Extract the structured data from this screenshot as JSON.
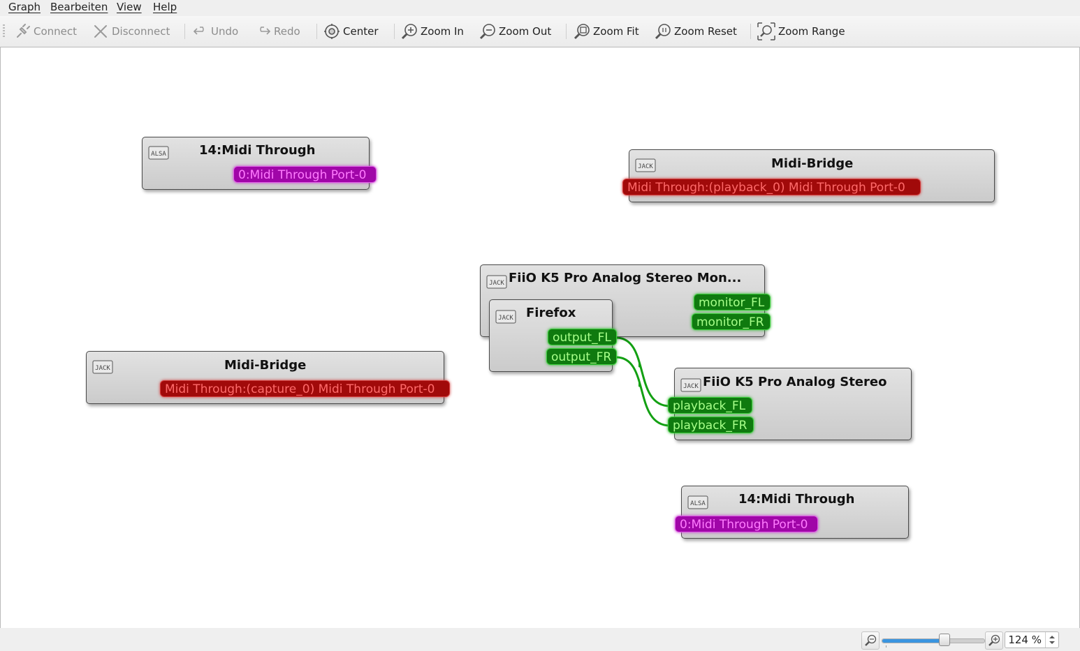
{
  "menubar": {
    "items": [
      "Graph",
      "Bearbeiten",
      "View",
      "Help"
    ]
  },
  "toolbar": {
    "connect": "Connect",
    "disconnect": "Disconnect",
    "undo": "Undo",
    "redo": "Redo",
    "center": "Center",
    "zoom_in": "Zoom In",
    "zoom_out": "Zoom Out",
    "zoom_fit": "Zoom Fit",
    "zoom_reset": "Zoom Reset",
    "zoom_range": "Zoom Range"
  },
  "graph": {
    "nodes": [
      {
        "title": "14:Midi Through",
        "badge": "ALSA",
        "ports": [
          "0:Midi Through Port-0"
        ]
      },
      {
        "title": "Midi-Bridge",
        "badge": "JACK",
        "ports": [
          "Midi Through:(playback_0) Midi Through Port-0"
        ]
      },
      {
        "title": "FiiO K5 Pro Analog Stereo Mon...",
        "badge": "JACK",
        "ports": [
          "monitor_FL",
          "monitor_FR"
        ]
      },
      {
        "title": "Firefox",
        "badge": "JACK",
        "ports": [
          "output_FL",
          "output_FR"
        ]
      },
      {
        "title": "Midi-Bridge",
        "badge": "JACK",
        "ports": [
          "Midi Through:(capture_0) Midi Through Port-0"
        ]
      },
      {
        "title": "FiiO K5 Pro Analog Stereo",
        "badge": "JACK",
        "ports": [
          "playback_FL",
          "playback_FR"
        ]
      },
      {
        "title": "14:Midi Through",
        "badge": "ALSA",
        "ports": [
          "0:Midi Through Port-0"
        ]
      }
    ],
    "connections": [
      {
        "from": "Firefox:output_FL",
        "to": "FiiO K5 Pro Analog Stereo:playback_FL"
      },
      {
        "from": "Firefox:output_FR",
        "to": "FiiO K5 Pro Analog Stereo:playback_FR"
      }
    ]
  },
  "colors": {
    "midi_alsa": "#a006a8",
    "midi_jack": "#a10a0a",
    "audio": "#0f7a0f",
    "wire": "#13a013",
    "slider_fill": "#3a95e0"
  },
  "statusbar": {
    "zoom_level": "124 %",
    "zoom_slider_fraction": 0.61
  },
  "icons": {
    "connect": "plug-icon",
    "disconnect": "unplug-icon",
    "undo": "undo-arrow-icon",
    "redo": "redo-arrow-icon",
    "center": "center-target-icon",
    "zoom_in": "zoom-in-icon",
    "zoom_out": "zoom-out-icon",
    "zoom_fit": "zoom-fit-icon",
    "zoom_reset": "zoom-reset-icon",
    "zoom_range": "zoom-range-icon"
  }
}
